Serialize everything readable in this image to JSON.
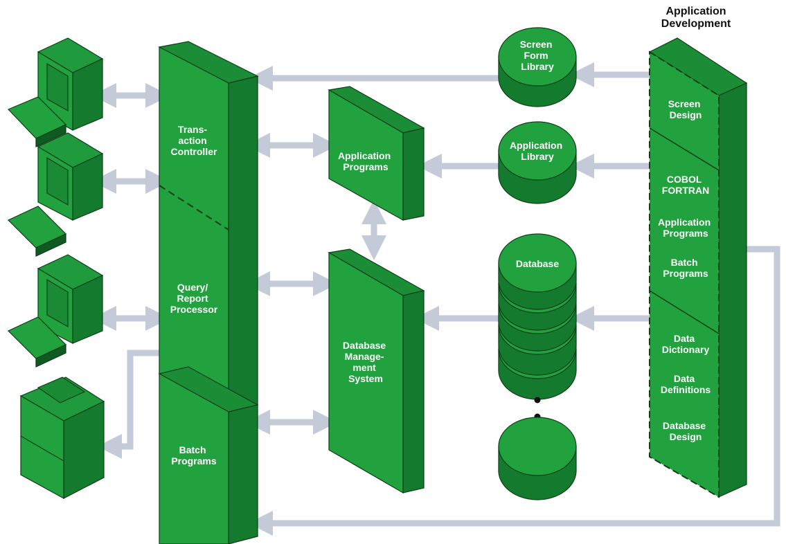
{
  "header": {
    "line1": "Application",
    "line2": "Development"
  },
  "tower": {
    "transaction": [
      "Trans-",
      "action",
      "Controller"
    ],
    "query": [
      "Query/",
      "Report",
      "Processor"
    ],
    "batch": [
      "Batch",
      "Programs"
    ]
  },
  "app_programs": [
    "Application",
    "Programs"
  ],
  "dbms": [
    "Database",
    "Manage-",
    "ment",
    "System"
  ],
  "screen_form_library": [
    "Screen",
    "Form",
    "Library"
  ],
  "application_library": [
    "Application",
    "Library"
  ],
  "database": [
    "Database"
  ],
  "dev_panel": {
    "screen_design": [
      "Screen",
      "Design"
    ],
    "languages": [
      "COBOL",
      "FORTRAN"
    ],
    "app_programs": [
      "Application",
      "Programs"
    ],
    "batch_programs": [
      "Batch",
      "Programs"
    ],
    "data_dictionary": [
      "Data",
      "Dictionary"
    ],
    "data_definitions": [
      "Data",
      "Definitions"
    ],
    "database_design": [
      "Database",
      "Design"
    ]
  },
  "colors": {
    "front": "#22a13f",
    "side": "#137a2e",
    "top": "#1c8d37",
    "dark": "#0e5a22",
    "arrow": "#c5cad8",
    "arrow_edge": "#9aa2b8"
  }
}
